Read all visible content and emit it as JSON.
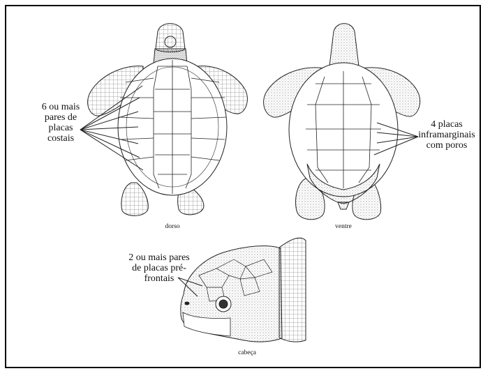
{
  "labels": {
    "costal": "6 ou mais\npares de\nplacas\ncostais",
    "inframarginal": "4 placas\ninframarginais\ncom poros",
    "prefrontal": "2 ou mais pares\nde placas pré-\nfrontais",
    "dorsal_caption": "dorso",
    "ventral_caption": "ventre",
    "head_caption": "cabeça"
  },
  "colors": {
    "ink": "#111111",
    "border": "#000000",
    "background": "#ffffff"
  }
}
